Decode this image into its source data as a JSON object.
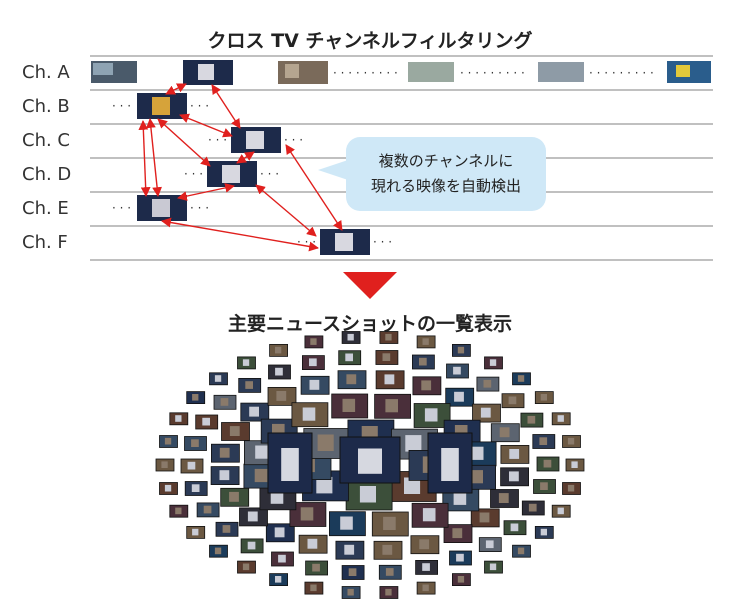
{
  "title_top": "クロス TV チャンネルフィルタリング",
  "title_bottom": "主要ニュースショットの一覧表示",
  "channels": [
    "Ch. A",
    "Ch. B",
    "Ch. C",
    "Ch. D",
    "Ch. E",
    "Ch. F"
  ],
  "ellipsis": "· · · · · · · · ·",
  "ellipsis_short": "· · ·",
  "callout": {
    "line1": "複数のチャンネルに",
    "line2": "現れる映像を自動検出"
  },
  "colors": {
    "arrow": "#e0201e",
    "rule": "#9a9a9a",
    "callout_bg": "#cfe8f7",
    "thumb_dark": "#1d2a4a"
  }
}
